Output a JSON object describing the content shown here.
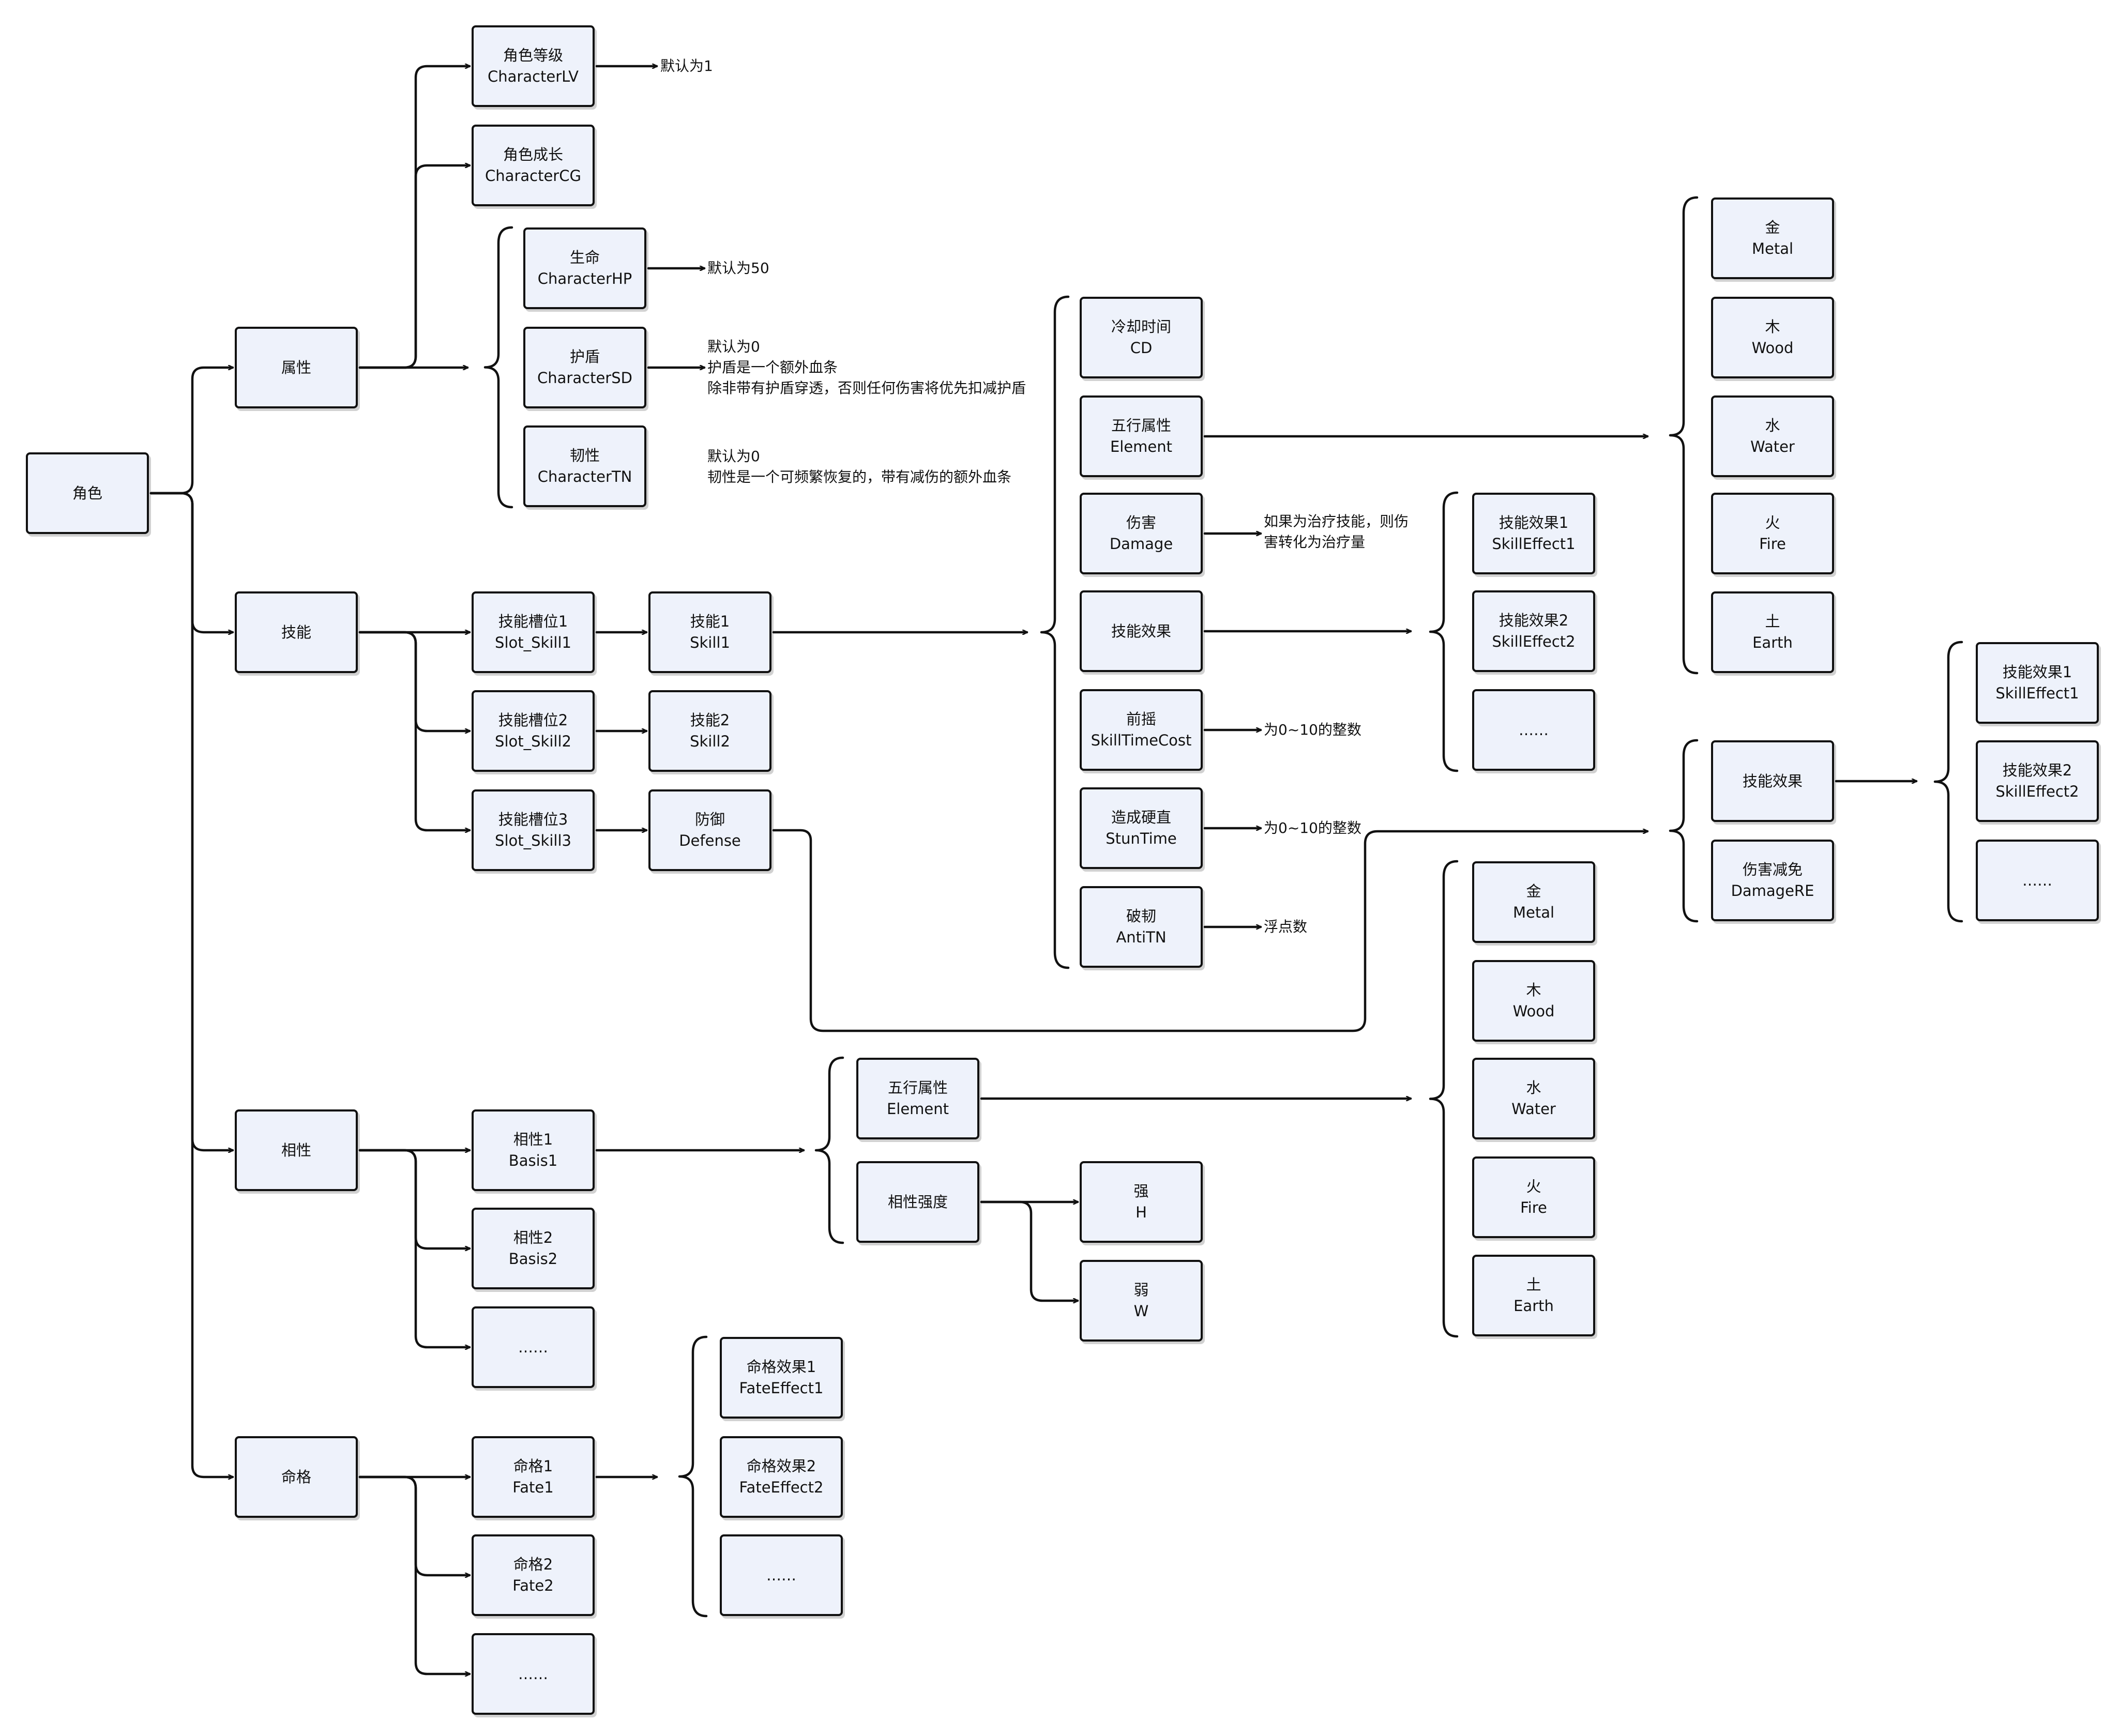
{
  "root": {
    "label": "角色"
  },
  "categories": {
    "attribute": "属性",
    "skill": "技能",
    "affinity": "相性",
    "fate": "命格"
  },
  "attribute": {
    "level": {
      "cn": "角色等级",
      "en": "CharacterLV",
      "note": "默认为1"
    },
    "growth": {
      "cn": "角色成长",
      "en": "CharacterCG"
    },
    "hp": {
      "cn": "生命",
      "en": "CharacterHP",
      "note": "默认为50"
    },
    "shield": {
      "cn": "护盾",
      "en": "CharacterSD",
      "note": [
        "默认为0",
        "护盾是一个额外血条",
        "除非带有护盾穿透，否则任何伤害将优先扣减护盾"
      ]
    },
    "toughness": {
      "cn": "韧性",
      "en": "CharacterTN",
      "note": [
        "默认为0",
        "韧性是一个可频繁恢复的，带有减伤的额外血条"
      ]
    }
  },
  "skill": {
    "slots": [
      {
        "cn": "技能槽位1",
        "en": "Slot_Skill1"
      },
      {
        "cn": "技能槽位2",
        "en": "Slot_Skill2"
      },
      {
        "cn": "技能槽位3",
        "en": "Slot_Skill3"
      }
    ],
    "skills": [
      {
        "cn": "技能1",
        "en": "Skill1"
      },
      {
        "cn": "技能2",
        "en": "Skill2"
      },
      {
        "cn": "防御",
        "en": "Defense"
      }
    ],
    "props": {
      "cd": {
        "cn": "冷却时间",
        "en": "CD"
      },
      "element": {
        "cn": "五行属性",
        "en": "Element"
      },
      "damage": {
        "cn": "伤害",
        "en": "Damage",
        "note": [
          "如果为治疗技能，则伤",
          "害转化为治疗量"
        ]
      },
      "effect": {
        "cn": "技能效果"
      },
      "windup": {
        "cn": "前摇",
        "en": "SkillTimeCost",
        "note": "为0~10的整数"
      },
      "stun": {
        "cn": "造成硬直",
        "en": "StunTime",
        "note": "为0~10的整数"
      },
      "antitn": {
        "cn": "破韧",
        "en": "AntiTN",
        "note": "浮点数"
      }
    },
    "effects": [
      {
        "cn": "技能效果1",
        "en": "SkillEffect1"
      },
      {
        "cn": "技能效果2",
        "en": "SkillEffect2"
      },
      {
        "cn": "……"
      }
    ],
    "defense": {
      "effect": {
        "cn": "技能效果"
      },
      "damage_re": {
        "cn": "伤害减免",
        "en": "DamageRE"
      },
      "effects": [
        {
          "cn": "技能效果1",
          "en": "SkillEffect1"
        },
        {
          "cn": "技能效果2",
          "en": "SkillEffect2"
        },
        {
          "cn": "……"
        }
      ]
    }
  },
  "elements_top": [
    {
      "cn": "金",
      "en": "Metal"
    },
    {
      "cn": "木",
      "en": "Wood"
    },
    {
      "cn": "水",
      "en": "Water"
    },
    {
      "cn": "火",
      "en": "Fire"
    },
    {
      "cn": "土",
      "en": "Earth"
    }
  ],
  "elements_mid": [
    {
      "cn": "金",
      "en": "Metal"
    },
    {
      "cn": "木",
      "en": "Wood"
    },
    {
      "cn": "水",
      "en": "Water"
    },
    {
      "cn": "火",
      "en": "Fire"
    },
    {
      "cn": "土",
      "en": "Earth"
    }
  ],
  "affinity": {
    "basis": [
      {
        "cn": "相性1",
        "en": "Basis1"
      },
      {
        "cn": "相性2",
        "en": "Basis2"
      },
      {
        "cn": "……"
      }
    ],
    "element": {
      "cn": "五行属性",
      "en": "Element"
    },
    "strength": {
      "cn": "相性强度"
    },
    "strong": {
      "cn": "强",
      "en": "H"
    },
    "weak": {
      "cn": "弱",
      "en": "W"
    }
  },
  "fate": {
    "items": [
      {
        "cn": "命格1",
        "en": "Fate1"
      },
      {
        "cn": "命格2",
        "en": "Fate2"
      },
      {
        "cn": "……"
      }
    ],
    "effects": [
      {
        "cn": "命格效果1",
        "en": "FateEffect1"
      },
      {
        "cn": "命格效果2",
        "en": "FateEffect2"
      },
      {
        "cn": "……"
      }
    ]
  },
  "colors": {
    "node_fill": "#eef2fb",
    "stroke": "#111111",
    "text": "#111111"
  }
}
